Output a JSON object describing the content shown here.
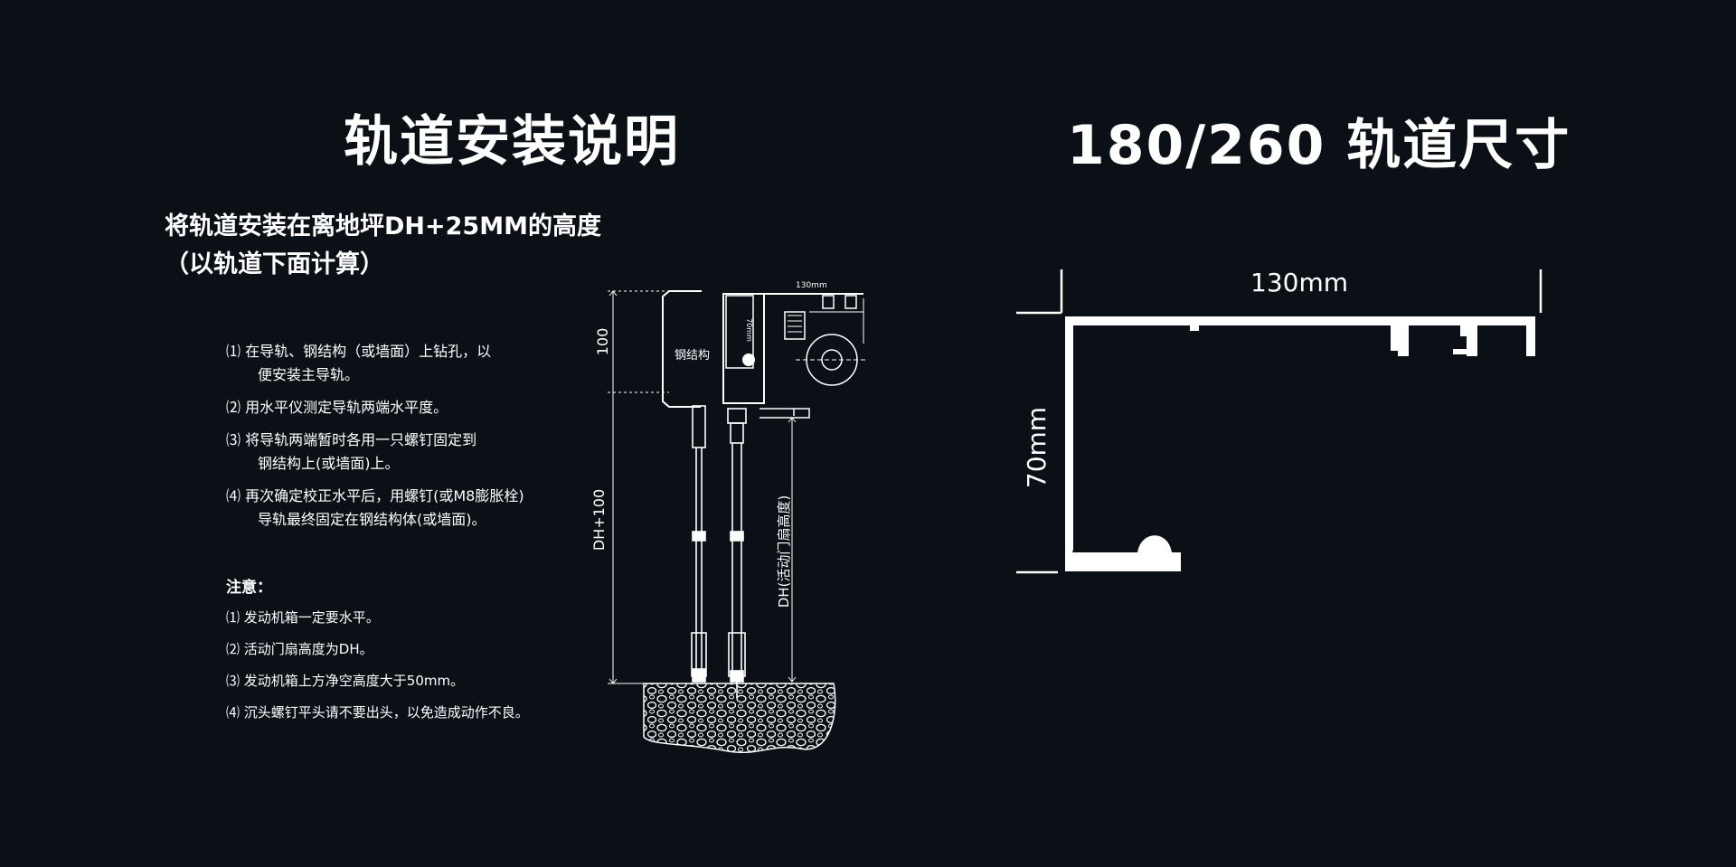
{
  "left": {
    "title": "轨道安装说明",
    "subtitle_line1": "将轨道安装在离地坪DH+25MM的高度",
    "subtitle_line2": "（以轨道下面计算）",
    "steps": [
      {
        "line1": "⑴ 在导轨、钢结构（或墙面）上钻孔，以",
        "line2": "便安装主导轨。"
      },
      {
        "line1": "⑵ 用水平仪测定导轨两端水平度。",
        "line2": ""
      },
      {
        "line1": "⑶ 将导轨两端暂时各用一只螺钉固定到",
        "line2": "钢结构上(或墙面)上。"
      },
      {
        "line1": "⑷ 再次确定校正水平后，用螺钉(或M8膨胀栓)",
        "line2": "导轨最终固定在钢结构体(或墙面)。"
      }
    ],
    "notes_heading": "注意：",
    "notes": [
      "⑴ 发动机箱一定要水平。",
      "⑵ 活动门扇高度为DH。",
      "⑶ 发动机箱上方净空高度大于50mm。",
      "⑷ 沉头螺钉平头请不要出头，以免造成动作不良。"
    ]
  },
  "install_diagram": {
    "dim_top": "100",
    "dim_height": "DH+100",
    "dim_door": "DH(活动门扇高度)",
    "label_steel": "钢结构",
    "dim_130": "130mm",
    "dim_70": "70mm"
  },
  "right": {
    "title": "180/260 轨道尺寸",
    "dim_width": "130mm",
    "dim_height": "70mm"
  },
  "colors": {
    "background": "#0b0f16",
    "foreground": "#ffffff"
  }
}
